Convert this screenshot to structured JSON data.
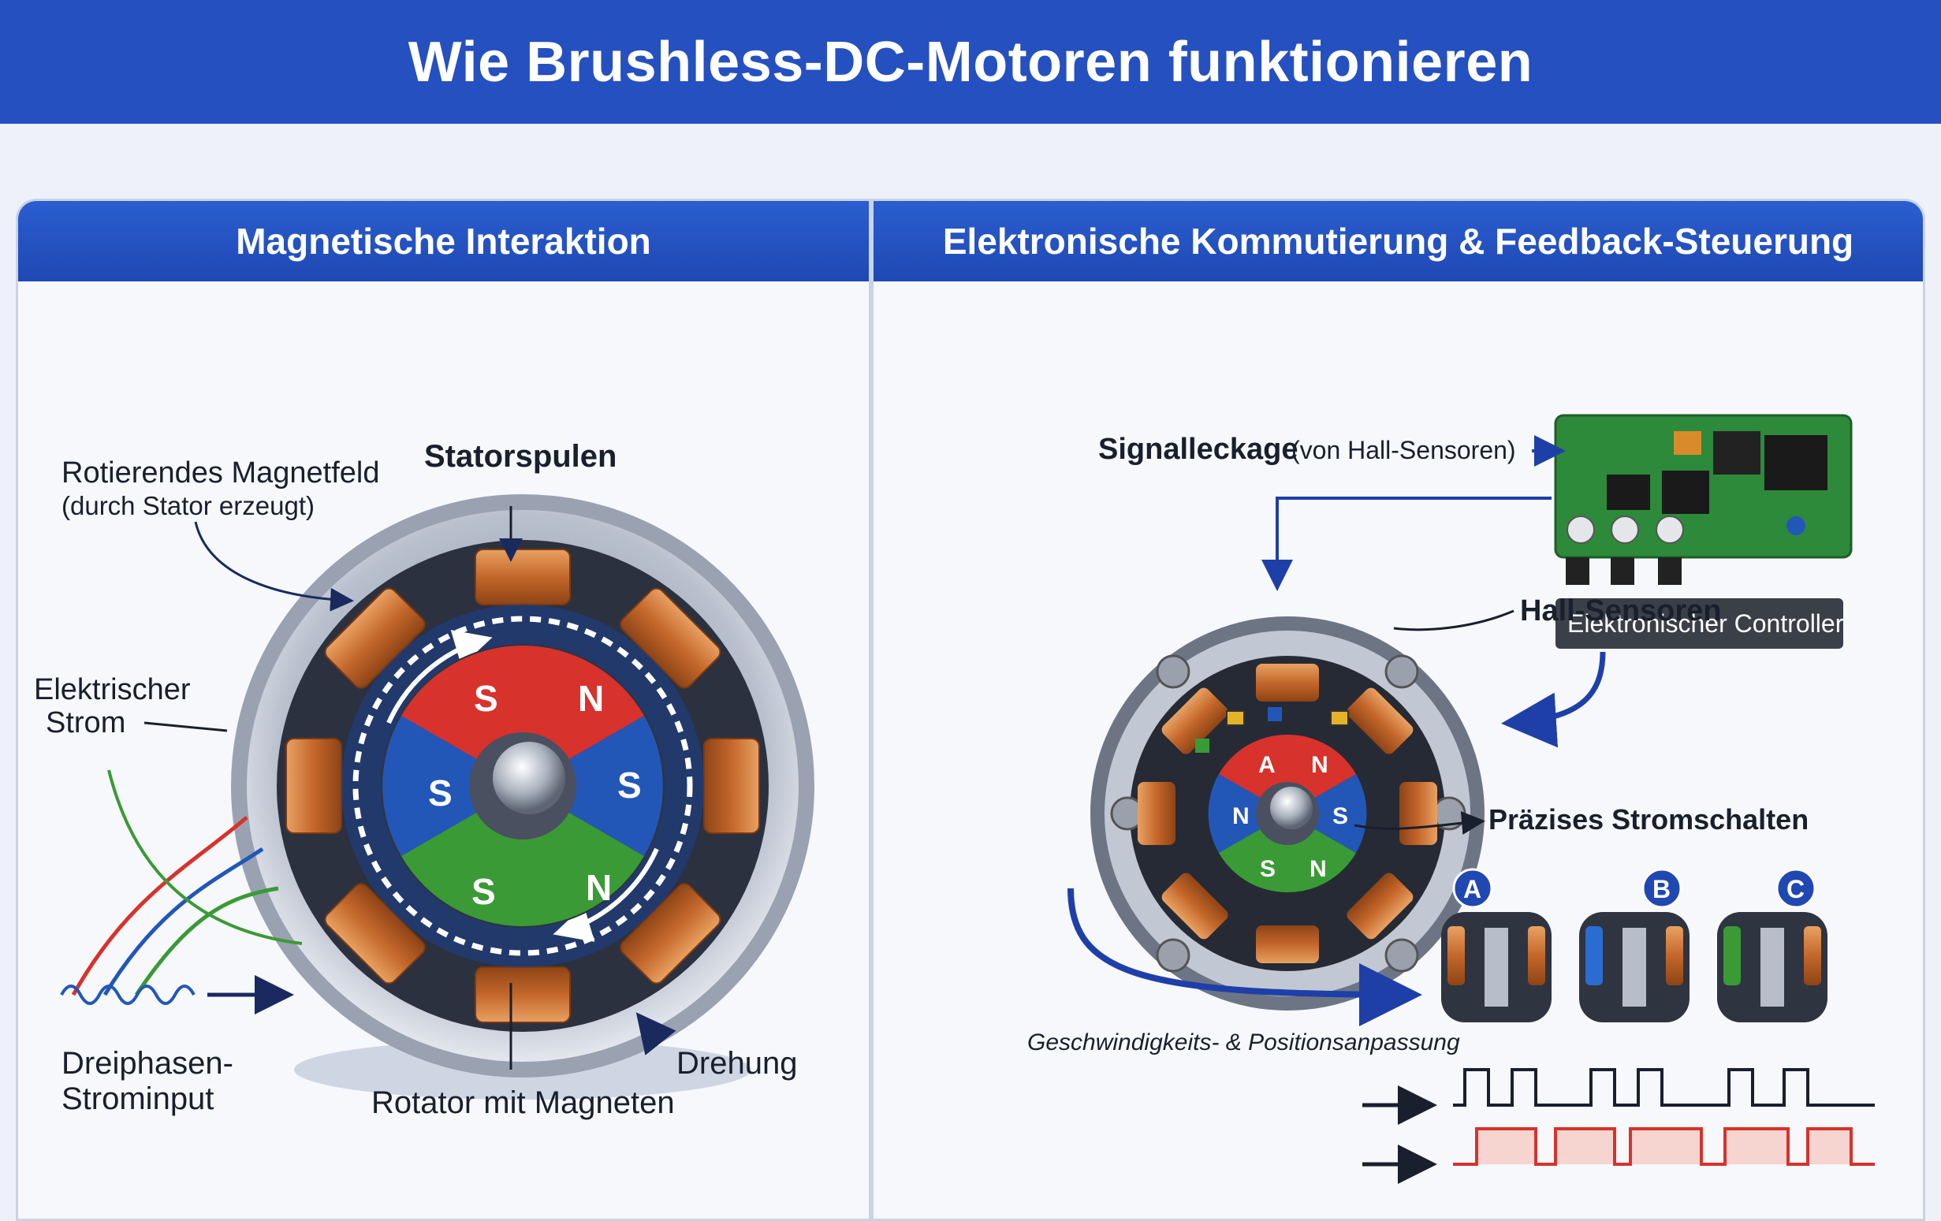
{
  "title": "Wie Brushless-DC-Motoren funktionieren",
  "left_panel": {
    "heading": "Magnetische Interaktion",
    "labels": {
      "stator": "Statorspulen",
      "field_line1": "Rotierendes Magnetfeld",
      "field_line2": "(durch Stator erzeugt)",
      "current_line1": "Elektrischer",
      "current_line2": "Strom",
      "input_line1": "Dreiphasen-",
      "input_line2": "Strominput",
      "rotor": "Rotator mit Magneten",
      "rotation": "Drehung"
    },
    "poles": [
      "S",
      "N",
      "S",
      "S",
      "S",
      "N"
    ]
  },
  "right_panel": {
    "heading": "Elektronische Kommutierung & Feedback-Steuerung",
    "labels": {
      "signal": "Signalleckage",
      "signal_sub": "(von Hall-Sensoren)",
      "controller": "Elektronischer Controller",
      "hall": "Hall-Sensoren",
      "switching": "Präzises Stromschalten",
      "adjust": "Geschwindigkeits- & Positionsanpassung"
    },
    "poles": [
      "A",
      "N",
      "N",
      "S",
      "S",
      "N"
    ],
    "phases": [
      "A",
      "B",
      "C"
    ]
  },
  "colors": {
    "header_blue": "#2550c0",
    "copper": "#c4672b",
    "pole_red": "#d8322c",
    "pole_blue": "#2257b8",
    "pole_green": "#3a9a35",
    "pcb_green": "#2d8a3a",
    "signal_red": "#d8322c"
  }
}
